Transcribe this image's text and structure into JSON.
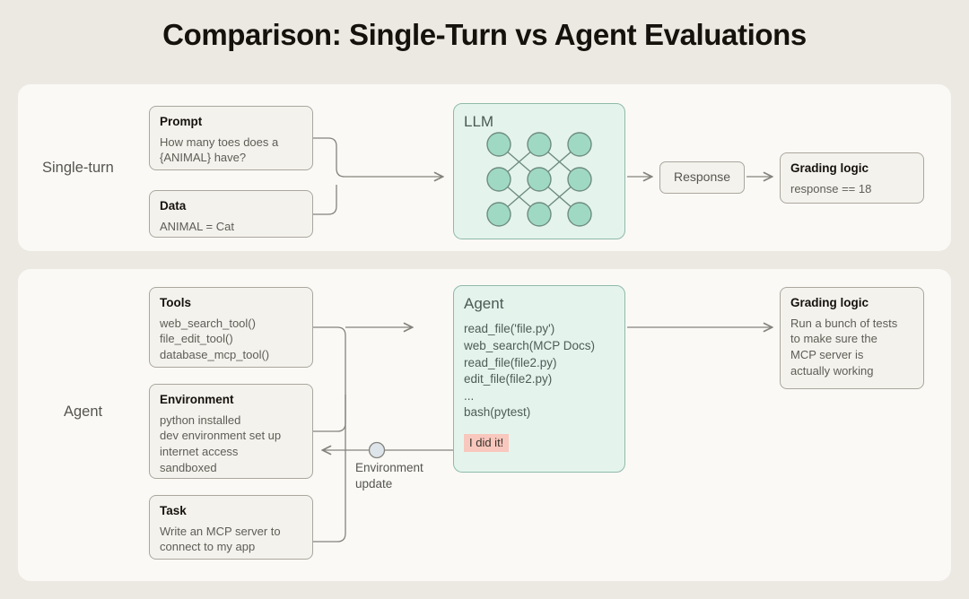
{
  "page": {
    "title": "Comparison: Single-Turn vs Agent Evaluations",
    "background_color": "#ece9e2",
    "panel_color": "#faf9f6"
  },
  "colors": {
    "accent_teal_fill": "#e4f4ed",
    "accent_teal_border": "#8fb9a9",
    "node_fill": "#f4f2ec",
    "node_border": "#a9a79d",
    "badge_pink": "#f8c7bd",
    "net_node_fill": "#9fd9c4",
    "wire": "#84837b"
  },
  "rows": {
    "single_turn": {
      "label": "Single-turn",
      "prompt": {
        "title": "Prompt",
        "body": "How many toes does a\n{ANIMAL} have?"
      },
      "data": {
        "title": "Data",
        "body": "ANIMAL = Cat"
      },
      "llm": {
        "title": "LLM",
        "net_rows": 3,
        "net_cols": 3
      },
      "response": {
        "label": "Response"
      },
      "grading": {
        "title": "Grading logic",
        "body": "response == 18"
      }
    },
    "agent": {
      "label": "Agent",
      "tools": {
        "title": "Tools",
        "body": "web_search_tool()\nfile_edit_tool()\ndatabase_mcp_tool()"
      },
      "environment": {
        "title": "Environment",
        "body": "python installed\ndev environment set up\ninternet access\nsandboxed"
      },
      "task": {
        "title": "Task",
        "body": "Write an MCP server to\nconnect to my app"
      },
      "agent_box": {
        "title": "Agent",
        "body": "read_file('file.py')\nweb_search(MCP Docs)\nread_file(file2.py)\nedit_file(file2.py)\n...\nbash(pytest)",
        "badge": "I did it!"
      },
      "grading": {
        "title": "Grading logic",
        "body": "Run a bunch of tests\nto make sure the\nMCP server is\nactually working"
      },
      "feedback": {
        "label": "Environment\nupdate"
      }
    }
  }
}
